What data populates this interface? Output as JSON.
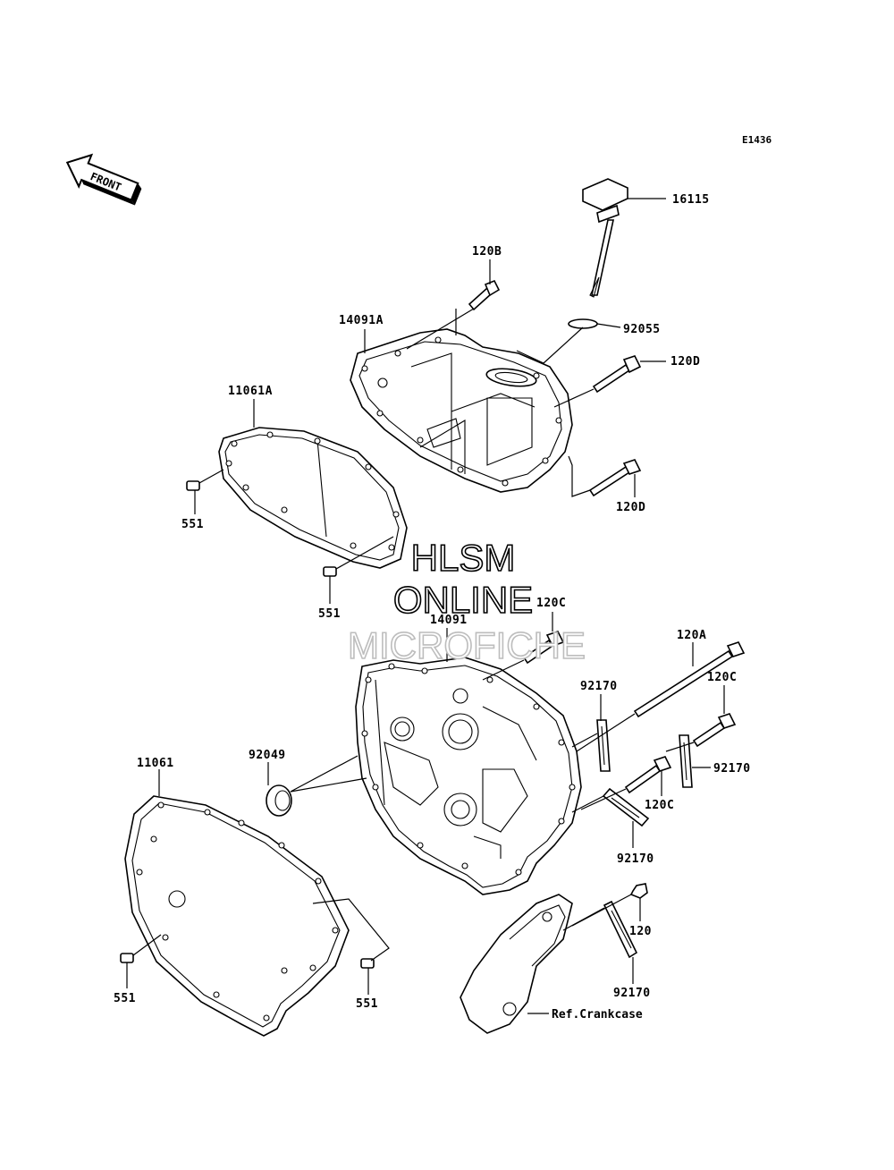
{
  "diagram_code": "E1436",
  "front_arrow": {
    "label": "FRONT",
    "icon": "front-arrow-icon"
  },
  "watermark": {
    "line1": "HLSM",
    "line2": "ONLINE",
    "line3": "MICROFICHE"
  },
  "labels": {
    "p16115": "16115",
    "p120B": "120B",
    "p92055": "92055",
    "p14091A": "14091A",
    "p120D_top": "120D",
    "p11061A": "11061A",
    "p120D_bottom": "120D",
    "p551_a": "551",
    "p551_b": "551",
    "p120C_top": "120C",
    "p14091": "14091",
    "p120A": "120A",
    "p92170_a": "92170",
    "p120C_right": "120C",
    "p92049": "92049",
    "p11061": "11061",
    "p92170_b": "92170",
    "p120C_mid": "120C",
    "p92170_c": "92170",
    "p120": "120",
    "p551_c": "551",
    "p551_d": "551",
    "p92170_d": "92170",
    "ref_crankcase": "Ref.Crankcase"
  }
}
